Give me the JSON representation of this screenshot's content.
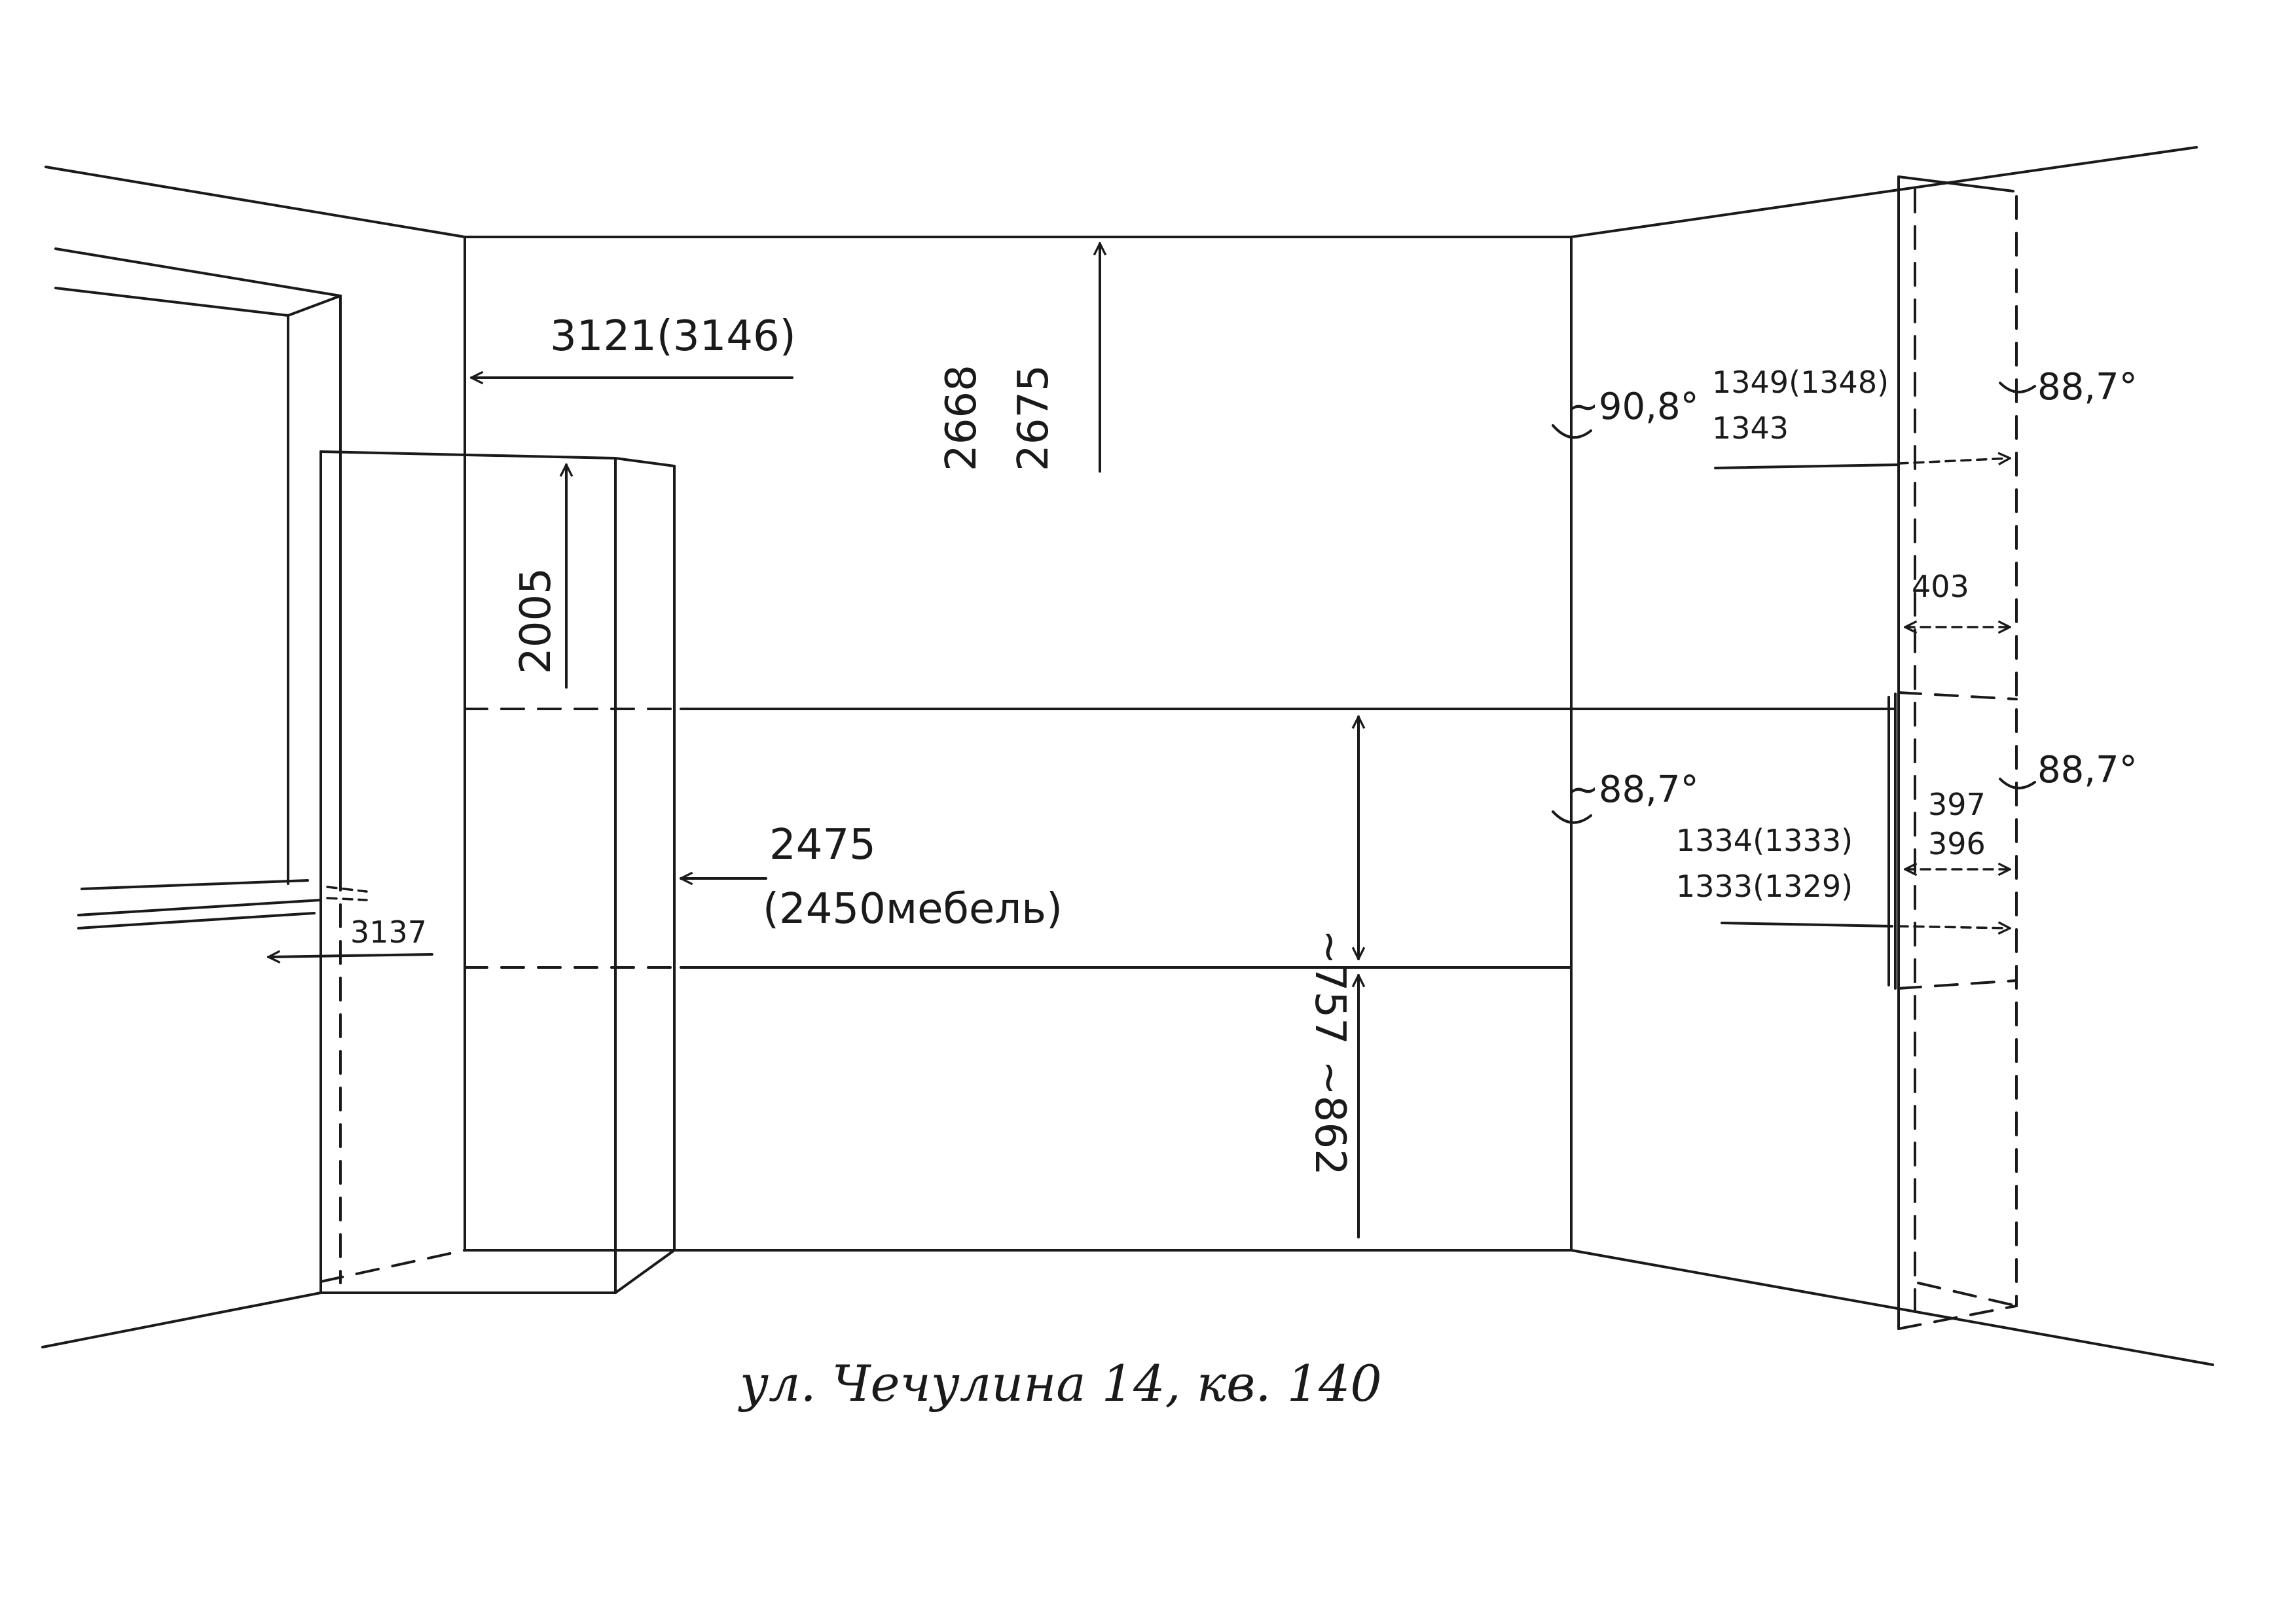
{
  "labels": {
    "m3121": "3121(3146)",
    "m2668": "2668",
    "m2675": "2675",
    "m2005": "2005",
    "m2475": "2475",
    "m2450": "(2450мебель)",
    "m3137": "3137",
    "m757": "~757",
    "m862": "~862",
    "a908": "~90,8°",
    "a887mid": "~88,7°",
    "a887top": "88,7°",
    "a887low": "88,7°",
    "m1349": "1349(1348)",
    "m1343": "1343",
    "m403": "403",
    "m397": "397",
    "m396": "396",
    "m1334": "1334(1333)",
    "m1333": "1333(1329)"
  },
  "caption": "ул. Чечулина 14, кв. 140"
}
